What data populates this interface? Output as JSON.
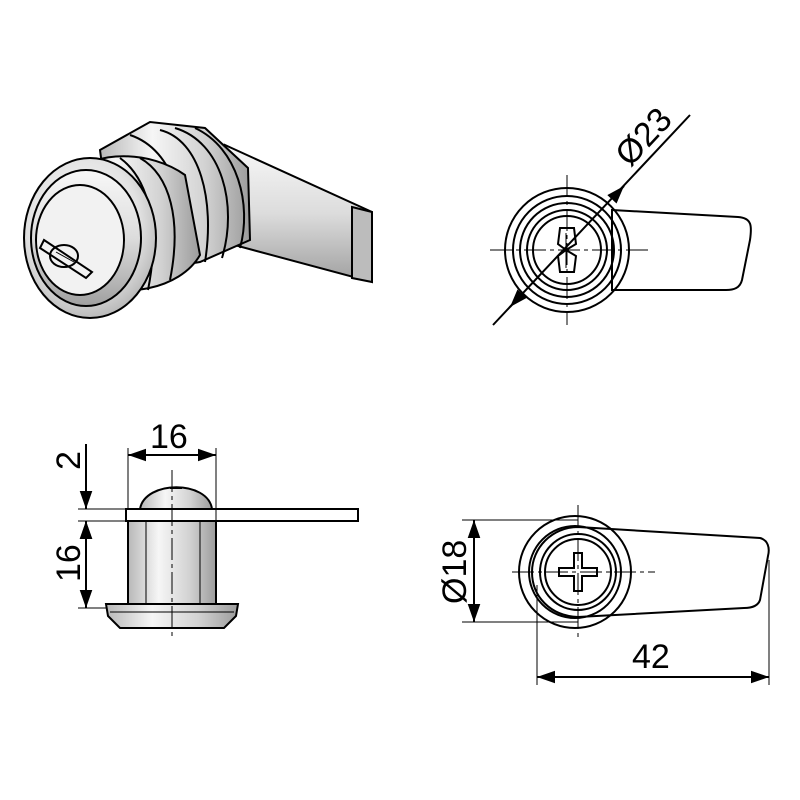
{
  "colors": {
    "stroke": "#000000",
    "metal_light": "#f4f4f4",
    "metal_mid": "#d6d6d6",
    "metal_dark": "#a8a8a8",
    "background": "#ffffff"
  },
  "dimensions": {
    "front_diameter": "Ø23",
    "back_diameter": "Ø18",
    "side_width": "16",
    "side_height": "16",
    "side_gap": "2",
    "cam_length": "42"
  },
  "views": [
    "isometric-view",
    "front-view",
    "side-view",
    "back-view"
  ]
}
